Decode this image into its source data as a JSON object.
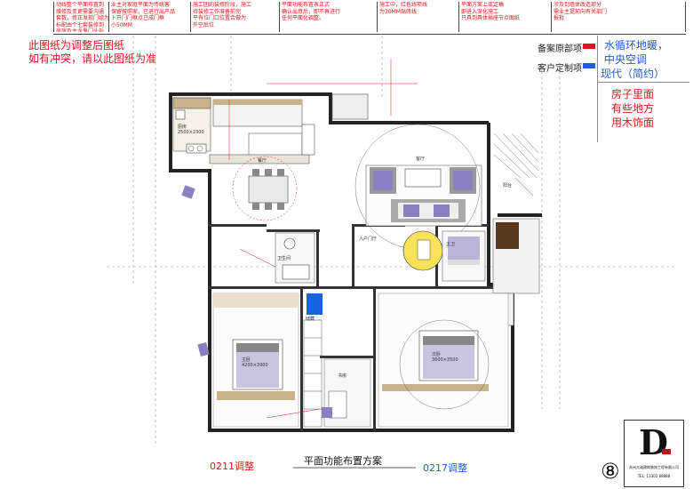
{
  "header_notes": [
    "动线整个平面布置到\n维修及变更需要沟通\n套数，修正发现门组为\n标配由个七套装修到\n房房及主龙鬼门头处",
    "业主对家庭平面为传统客\n保留按照家，已进行出产品\n卜开门门框点已成门框\n小50MM",
    "施工团的装修阶段，施工\n待装修工作准备前完\n平有位门口位置合做为\n外空后位",
    "平面功能布置表正式\n确认出意后，即不再进行\n任何平面化调整。",
    "施工中，红色线项线\n为30MM贴砖线",
    "平面方案上或定稿\n即进入深化施工\n只具到具体插座节点图纸",
    "涉及到墙体改造部分\n需业主提前向有关部门\n报批"
  ],
  "top_left_notice": "此图纸为调整后图纸\n如有冲突，请以此图纸为准",
  "legend_labels": [
    "备案原部项",
    "客户定制项"
  ],
  "right_notes": {
    "blue": [
      "水循环地暖，",
      "中央空调",
      "现代（简约）"
    ],
    "red": [
      "房子里面",
      "有些地方",
      "用木饰面"
    ]
  },
  "bottom": {
    "left_tag": "0211调整",
    "title": "平面功能布置方案",
    "right_tag": "0217调整",
    "page_number": "⑧"
  },
  "logo": {
    "letter": "D",
    "lines": [
      "苏州大诚建筑装饰工程有限公司",
      "TEL: 13302 88888"
    ]
  },
  "rooms": {
    "kitchen": "厨房\n2500×2300",
    "dining": "餐厅",
    "living": "客厅",
    "balcony": "阳台",
    "master_bed": "主卧\n4200×3900",
    "second_bed": "次卧\n3600×3500",
    "study": "书房",
    "bath1": "卫生间",
    "bath2": "主卫",
    "entry": "入户门厅",
    "storage": "储藏"
  },
  "colors": {
    "note_red": "#e0141c",
    "note_blue": "#1f5bd6",
    "cabinet_tan": "#c8b38a",
    "blue_block": "#1565e3",
    "rug_purple": "#8a7fc0"
  }
}
